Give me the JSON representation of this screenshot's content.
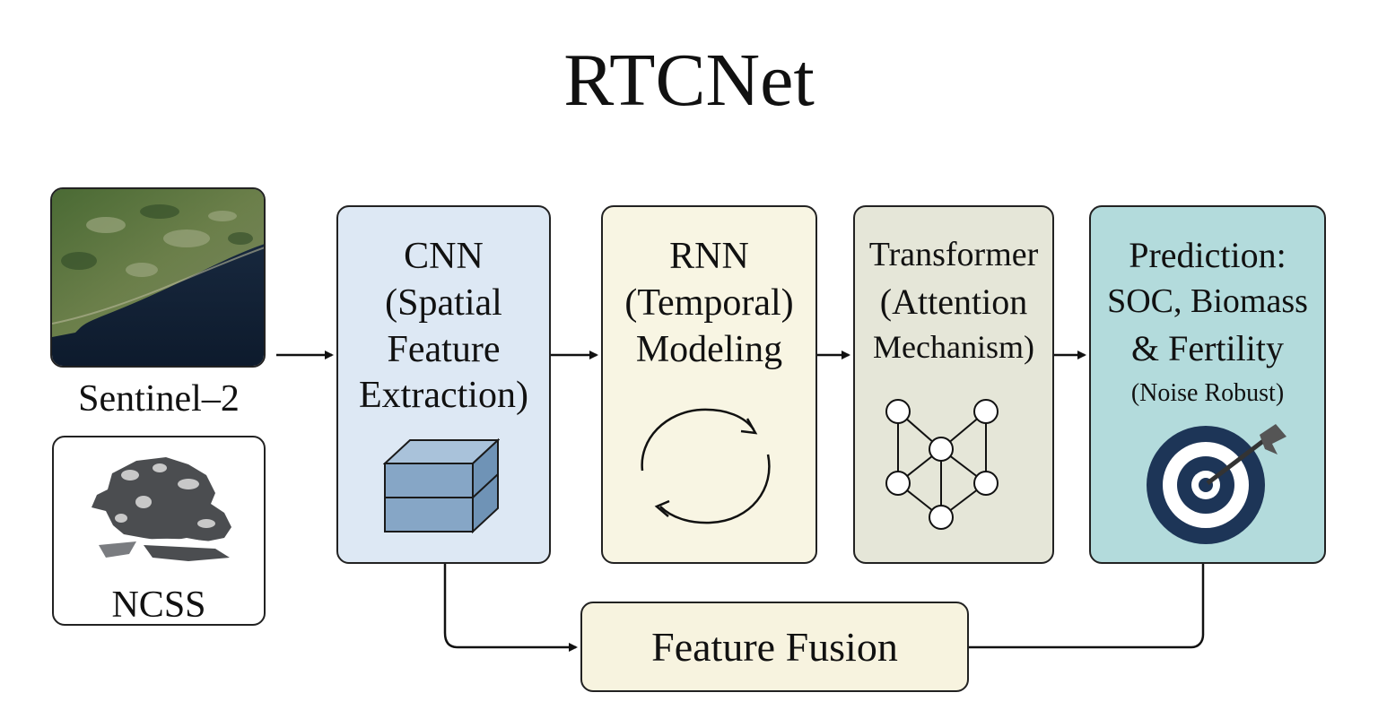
{
  "title": "RTCNet",
  "inputs": {
    "satellite_label": "Sentinel–2",
    "soil_label": "NCSS"
  },
  "blocks": {
    "cnn": {
      "line1": "CNN",
      "line2": "(Spatial",
      "line3": "Feature",
      "line4": "Extraction)",
      "color": "#dde8f4"
    },
    "rnn": {
      "line1": "RNN",
      "line2": "(Temporal)",
      "line3": "Modeling",
      "color": "#f8f5e3"
    },
    "transformer": {
      "line1": "Transformer",
      "line2": "(Attention",
      "line3": "Mechanism)",
      "color": "#e5e6d8"
    },
    "prediction": {
      "line1": "Prediction:",
      "line2": "SOC, Biomass",
      "line3": "& Fertility",
      "line4": "(Noise Robust)",
      "color": "#b3dbdc"
    },
    "fusion": {
      "label": "Feature Fusion",
      "color": "#f7f3df"
    }
  },
  "icons": {
    "cnn": "cube-stack-icon",
    "rnn": "cycle-arrows-icon",
    "transformer": "attention-graph-icon",
    "prediction": "target-icon"
  }
}
